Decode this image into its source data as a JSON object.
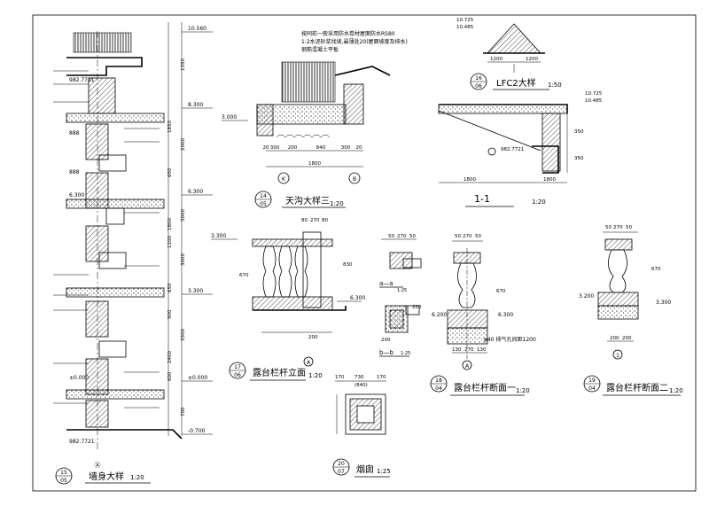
{
  "sheet": {
    "details": [
      {
        "id": "wall",
        "number": "15",
        "ref": "05",
        "title": "墙身大样",
        "scale": "1:20"
      },
      {
        "id": "gutter",
        "number": "14",
        "ref": "05",
        "title": "天沟大样三",
        "scale": "1:20"
      },
      {
        "id": "lfc2",
        "number": "16",
        "ref": "06",
        "title": "LFC2大样",
        "scale": "1:50"
      },
      {
        "id": "section11",
        "title": "1-1",
        "scale": "1:20"
      },
      {
        "id": "rail-elev",
        "number": "17",
        "ref": "06",
        "title": "露台栏杆立面",
        "scale": "1:20"
      },
      {
        "id": "chimney",
        "number": "20",
        "ref": "07",
        "title": "烟囱",
        "scale": "1:25"
      },
      {
        "id": "rail-sec1",
        "number": "18",
        "ref": "04",
        "title": "露台栏杆断面一",
        "scale": "1:20"
      },
      {
        "id": "rail-sec2",
        "number": "19",
        "ref": "04",
        "title": "露台栏杆断面二",
        "scale": "1:20"
      }
    ],
    "wall_levels": [
      "10.560",
      "8.300",
      "6.300",
      "3.300",
      "±0.000",
      "-0.700"
    ],
    "wall_dims": [
      "1350",
      "2000",
      "3000",
      "3000",
      "3300",
      "700",
      "1850",
      "650",
      "1100",
      "650",
      "2400",
      "1800",
      "900",
      "600"
    ],
    "wall_left_labels": [
      "982.7721",
      "888",
      "888",
      "6.300",
      "±0.000",
      "982.7721"
    ],
    "gutter_note": [
      "按同前一般采用防水卷材屋面防水RS80",
      "1:2水泥砂浆找坡,最薄处20(屋面坡度及排水)",
      "钢筋混凝土平板"
    ],
    "gutter_level": "3.000",
    "gutter_dims": [
      "20",
      "300",
      "200",
      "840",
      "300",
      "20",
      "1800"
    ],
    "gutter_axes": [
      "K",
      "B"
    ],
    "lfc2_levels": [
      "10.725",
      "10.485"
    ],
    "lfc2_dims": [
      "1200",
      "1200"
    ],
    "sec11_levels": [
      "10.725",
      "10.485"
    ],
    "sec11_label": "982.7721",
    "sec11_dims": [
      "1800",
      "1800",
      "350",
      "350"
    ],
    "rail_elev_levels": [
      "3.300",
      "6.300"
    ],
    "rail_elev_dims": [
      "80",
      "270",
      "80",
      "670",
      "830",
      "200"
    ],
    "rail_elev_axis": "A",
    "aa_label": "a—a",
    "aa_scale": "1:25",
    "bb_label": "b—b",
    "bb_scale": "1:25",
    "aa_dims": [
      "50",
      "270",
      "50"
    ],
    "bb_dims": [
      "200",
      "200"
    ],
    "chimney_dims": [
      "170",
      "730",
      "170",
      "(840)"
    ],
    "rail_sec1_levels": [
      "6.200",
      "6.300"
    ],
    "rail_sec1_dims": [
      "50",
      "270",
      "50",
      "670",
      "130",
      "270",
      "130"
    ],
    "rail_sec1_note": "φ40 排气孔间距1200",
    "rail_sec1_axis": "A",
    "rail_sec2_levels": [
      "3.200",
      "3.300"
    ],
    "rail_sec2_dims": [
      "50",
      "270",
      "50",
      "670",
      "200",
      "200"
    ],
    "rail_sec2_axis": "1"
  }
}
